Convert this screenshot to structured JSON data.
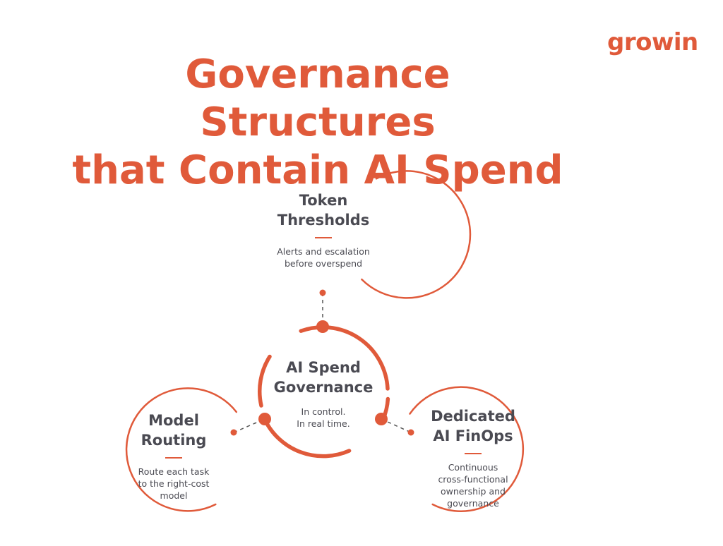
{
  "logo": {
    "text": "growin"
  },
  "title": {
    "line1": "Governance Structures",
    "line2": "that Contain AI Spend"
  },
  "center": {
    "title_line1": "AI Spend",
    "title_line2": "Governance",
    "desc_line1": "In control.",
    "desc_line2": "In real time."
  },
  "nodes": [
    {
      "title_line1": "Token",
      "title_line2": "Thresholds",
      "desc": [
        "Alerts and escalation",
        "before overspend"
      ]
    },
    {
      "title_line1": "Model",
      "title_line2": "Routing",
      "desc": [
        "Route each task",
        "to the right-cost",
        "model"
      ]
    },
    {
      "title_line1": "Dedicated",
      "title_line2": "AI FinOps",
      "desc": [
        "Continuous",
        "cross-functional",
        "ownership and",
        "governance"
      ]
    }
  ],
  "colors": {
    "accent": "#e05a3a",
    "text": "#4a4a52",
    "connector": "#555555"
  }
}
